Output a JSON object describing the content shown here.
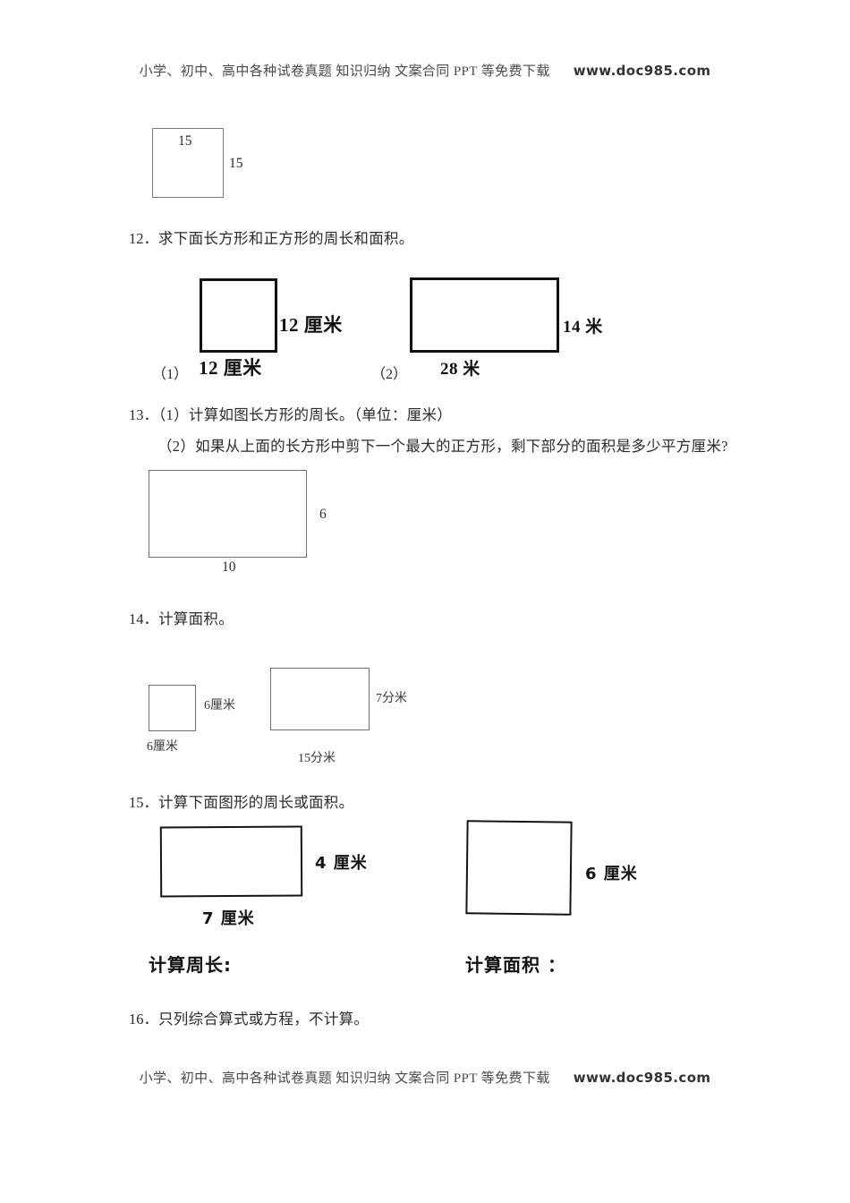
{
  "watermark": {
    "text": "小学、初中、高中各种试卷真题 知识归纳 文案合同 PPT 等免费下载",
    "url": "www.doc985.com"
  },
  "figure_top": {
    "top_label": "15",
    "right_label": "15"
  },
  "q12": {
    "number": "12．",
    "text": "求下面长方形和正方形的周长和面积。",
    "items": [
      {
        "paren": "（1）",
        "right_label": "12 厘米",
        "bottom_label": "12 厘米"
      },
      {
        "paren": "（2）",
        "right_label": "14 米",
        "bottom_label": "28 米"
      }
    ]
  },
  "q13": {
    "number": "13．",
    "line1": "（1）计算如图长方形的周长。（单位：厘米）",
    "line2": "（2）如果从上面的长方形中剪下一个最大的正方形，剩下部分的面积是多少平方厘米?",
    "figure": {
      "right_label": "6",
      "bottom_label": "10"
    }
  },
  "q14": {
    "number": "14．",
    "text": "计算面积。",
    "items": [
      {
        "right_label": "6厘米",
        "bottom_label": "6厘米"
      },
      {
        "right_label": "7分米",
        "bottom_label": "15分米"
      }
    ]
  },
  "q15": {
    "number": "15．",
    "text": "计算下面图形的周长或面积。",
    "items": [
      {
        "right_label": "4 厘米",
        "bottom_label": "7 厘米",
        "task": "计算周长:"
      },
      {
        "right_label": "6 厘米",
        "bottom_label": "",
        "task": "计算面积 ："
      }
    ]
  },
  "q16": {
    "number": "16．",
    "text": "只列综合算式或方程，不计算。"
  }
}
